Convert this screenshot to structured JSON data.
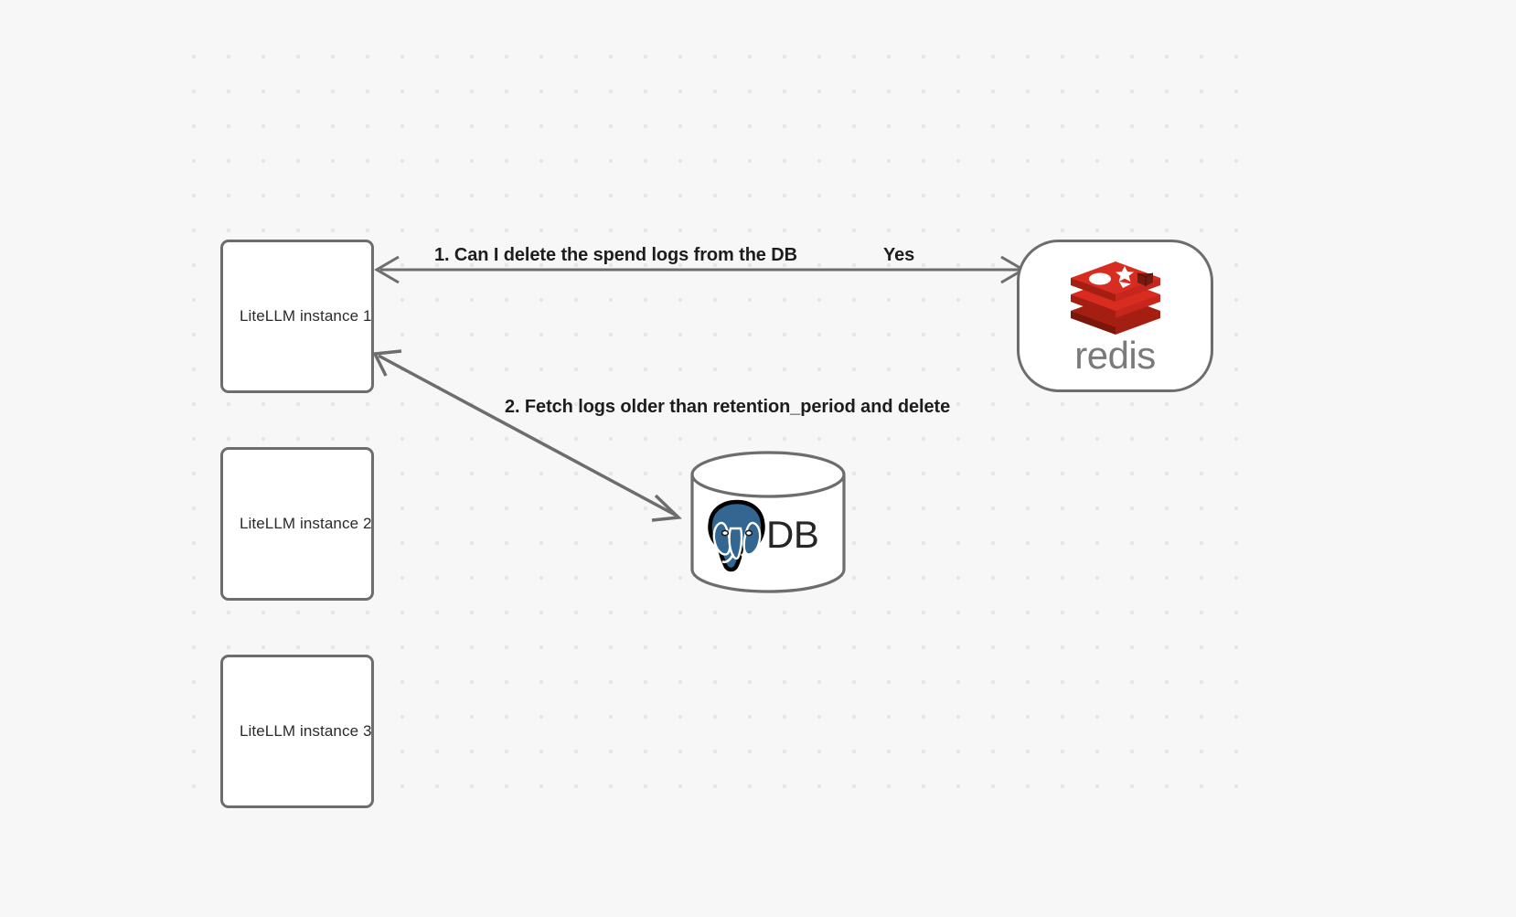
{
  "diagram": {
    "background_color": "#f7f7f7",
    "grid_dot_color": "#e6e6e6",
    "stroke_color": "#6d6d6d",
    "nodes": [
      {
        "id": "litellm-1",
        "label": "LiteLLM instance 1"
      },
      {
        "id": "litellm-2",
        "label": "LiteLLM instance 2"
      },
      {
        "id": "litellm-3",
        "label": "LiteLLM instance 3"
      },
      {
        "id": "redis",
        "label": "redis",
        "brand_color": "#d82c20"
      },
      {
        "id": "database",
        "label": "DB",
        "brand_color": "#336791"
      }
    ],
    "edges": [
      {
        "id": "edge-redis",
        "from": "litellm-1",
        "to": "redis",
        "label": "1.  Can I delete the spend logs from the DB",
        "reply_label": "Yes",
        "arrowheads": "both"
      },
      {
        "id": "edge-db",
        "from": "litellm-1",
        "to": "database",
        "label": "2.  Fetch logs older than retention_period and delete",
        "arrowheads": "both"
      }
    ]
  },
  "icons": {
    "redis_stack": "redis-logo-icon",
    "postgres_elephant": "postgresql-elephant-icon"
  }
}
